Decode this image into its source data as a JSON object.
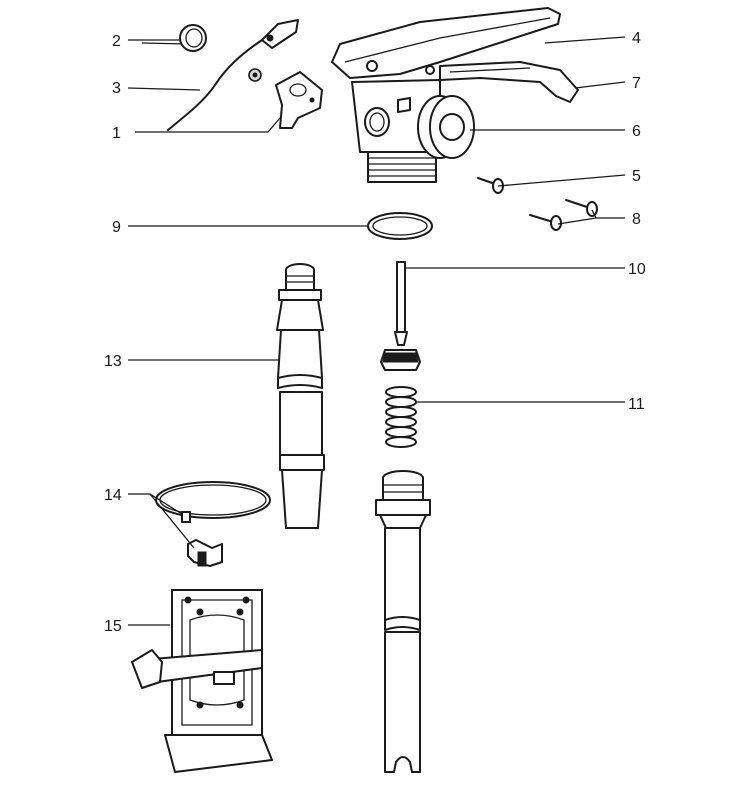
{
  "callouts": [
    {
      "id": "1",
      "label": "1"
    },
    {
      "id": "2",
      "label": "2"
    },
    {
      "id": "3",
      "label": "3"
    },
    {
      "id": "4",
      "label": "4"
    },
    {
      "id": "5",
      "label": "5"
    },
    {
      "id": "6",
      "label": "6"
    },
    {
      "id": "7",
      "label": "7"
    },
    {
      "id": "8",
      "label": "8"
    },
    {
      "id": "9",
      "label": "9"
    },
    {
      "id": "10",
      "label": "10"
    },
    {
      "id": "11",
      "label": "11"
    },
    {
      "id": "13",
      "label": "13"
    },
    {
      "id": "14",
      "label": "14"
    },
    {
      "id": "15",
      "label": "15"
    }
  ],
  "colors": {
    "ink": "#1a1a1a",
    "background": "#ffffff"
  }
}
